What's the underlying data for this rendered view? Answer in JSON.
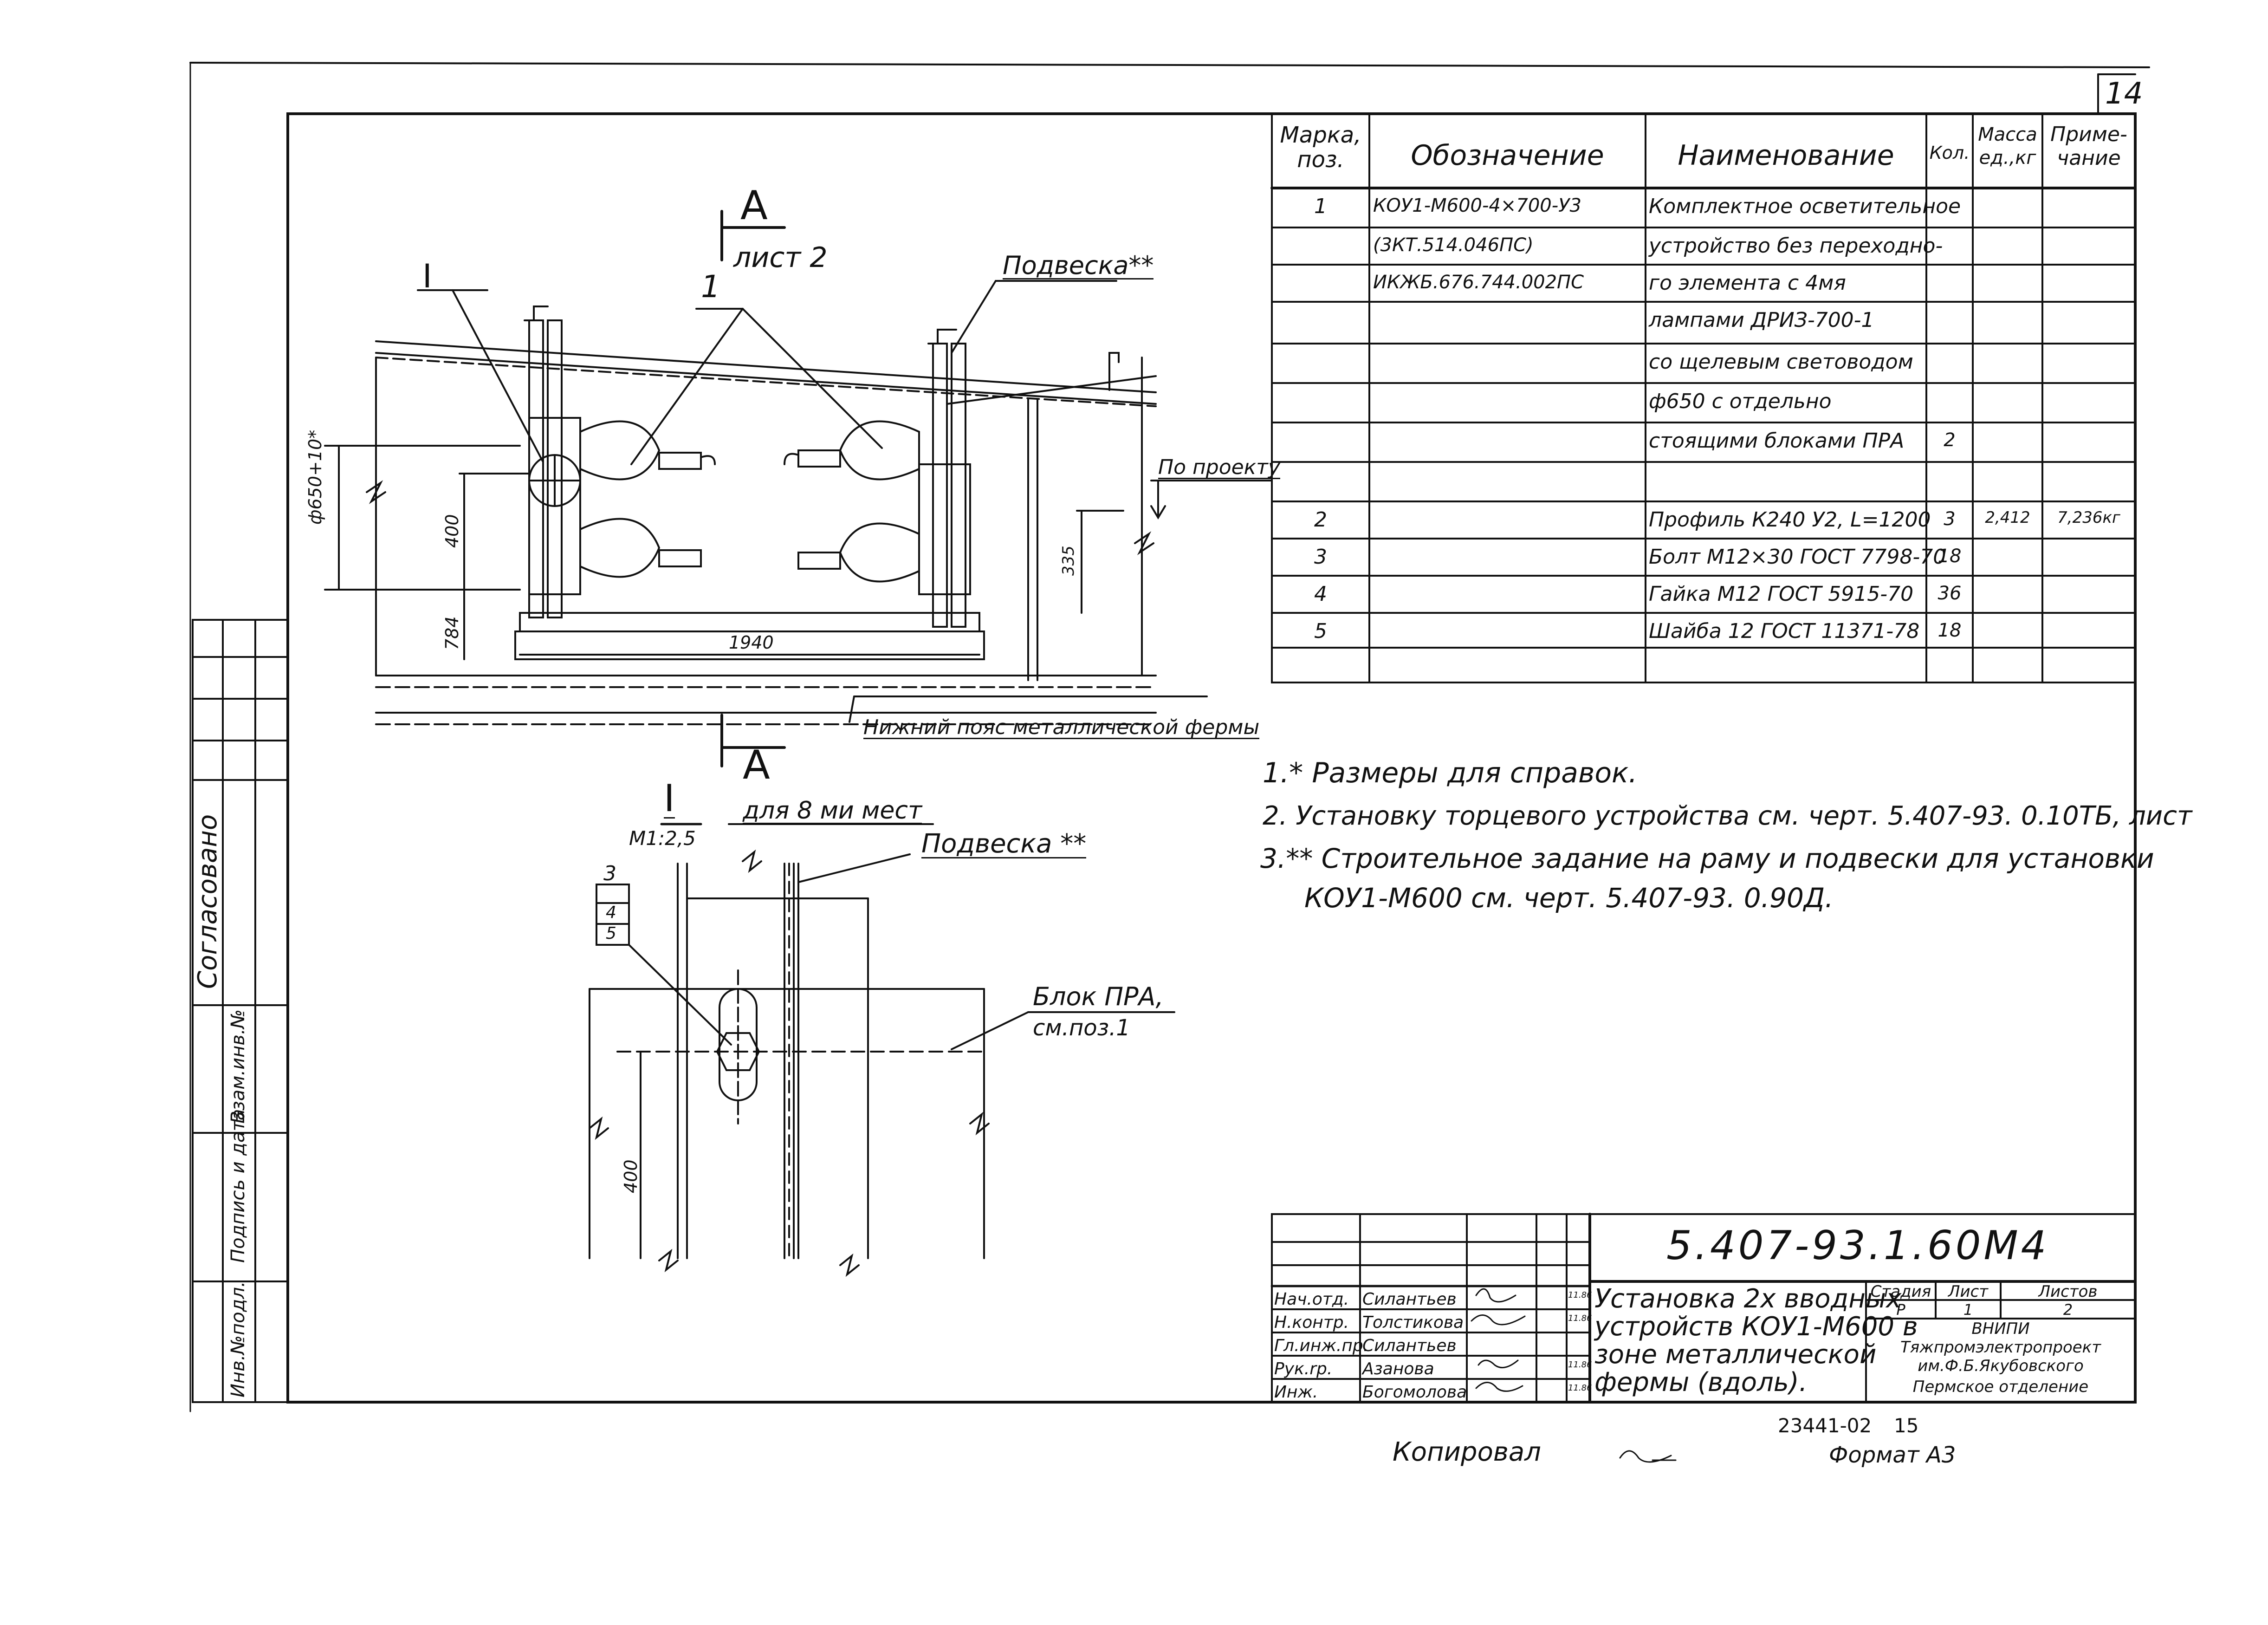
{
  "sheet_number": "14",
  "section_marker": {
    "letter_top": "A",
    "letter_bottom": "A",
    "sheet_ref": "лист 2"
  },
  "main_view": {
    "callout_detail": "I",
    "callout_pos": "1",
    "suspension_label": "Подвеска**",
    "by_project": "По проекту",
    "dim_diameter": "ф650+10*",
    "dim_400": "400",
    "dim_784": "784",
    "dim_335": "335",
    "dim_1940": "1940",
    "chord_label": "Нижний пояс металлической фермы"
  },
  "detail_view": {
    "roman": "I",
    "scale": "М1:2,5",
    "places": "для 8 ми мест",
    "suspension_label": "Подвеска **",
    "callouts": [
      "3",
      "4",
      "5"
    ],
    "block_label_1": "Блок ПРА,",
    "block_label_2": "см.поз.1",
    "dim_400": "400"
  },
  "spec_table": {
    "headers": {
      "mark": "Марка, поз.",
      "designation": "Обозначение",
      "name": "Наименование",
      "qty": "Кол.",
      "mass": "Масса ед.,кг",
      "note": "Приме- чание"
    },
    "rows": [
      {
        "mark": "1",
        "designation": "КОУ1-М600-4×700-У3",
        "name": "Комплектное осветительное",
        "qty": "",
        "mass": "",
        "note": ""
      },
      {
        "mark": "",
        "designation": "(3КТ.514.046ПС)",
        "name": "устройство без переходно-",
        "qty": "",
        "mass": "",
        "note": ""
      },
      {
        "mark": "",
        "designation": "ИКЖБ.676.744.002ПС",
        "name": "го элемента с 4мя",
        "qty": "",
        "mass": "",
        "note": ""
      },
      {
        "mark": "",
        "designation": "",
        "name": "лампами ДРИЗ-700-1",
        "qty": "",
        "mass": "",
        "note": ""
      },
      {
        "mark": "",
        "designation": "",
        "name": "со щелевым световодом",
        "qty": "",
        "mass": "",
        "note": ""
      },
      {
        "mark": "",
        "designation": "",
        "name": "ф650 с отдельно",
        "qty": "",
        "mass": "",
        "note": ""
      },
      {
        "mark": "",
        "designation": "",
        "name": "стоящими блоками ПРА",
        "qty": "2",
        "mass": "",
        "note": ""
      },
      {
        "mark": "",
        "designation": "",
        "name": "",
        "qty": "",
        "mass": "",
        "note": ""
      },
      {
        "mark": "2",
        "designation": "",
        "name": "Профиль К240 У2, L=1200",
        "qty": "3",
        "mass": "2,412",
        "note": "7,236кг"
      },
      {
        "mark": "3",
        "designation": "",
        "name": "Болт М12×30 ГОСТ 7798-70",
        "qty": "18",
        "mass": "",
        "note": ""
      },
      {
        "mark": "4",
        "designation": "",
        "name": "Гайка М12 ГОСТ 5915-70",
        "qty": "36",
        "mass": "",
        "note": ""
      },
      {
        "mark": "5",
        "designation": "",
        "name": "Шайба 12 ГОСТ 11371-78",
        "qty": "18",
        "mass": "",
        "note": ""
      },
      {
        "mark": "",
        "designation": "",
        "name": "",
        "qty": "",
        "mass": "",
        "note": ""
      }
    ]
  },
  "notes": [
    "1.* Размеры для справок.",
    "2. Установку торцевого устройства см. черт. 5.407-93. 0.10ТБ, лист",
    "3.** Строительное задание на раму и подвески для установки",
    "КОУ1-М600 см. черт. 5.407-93. 0.90Д."
  ],
  "left_margin": {
    "agreed": "Согласовано",
    "inv_orig": "Инв.№подл.",
    "sign_date": "Подпись и дата",
    "replace_inv": "Взам.инв.№"
  },
  "title_block": {
    "code": "5.407-93.1.60М4",
    "title_lines": [
      "Установка 2х вводных",
      "устройств КОУ1-М600 в",
      "зоне металлической",
      "фермы (вдоль)."
    ],
    "stage_label": "Стадия",
    "sheet_label": "Лист",
    "sheets_label": "Листов",
    "stage": "Р",
    "sheet": "1",
    "sheets": "2",
    "org": [
      "ВНИПИ",
      "Тяжпромэлектропроект",
      "им.Ф.Б.Якубовского",
      "Пермское отделение"
    ],
    "staff": [
      {
        "role": "Нач.отд.",
        "name": "Силантьев",
        "date": "11.86"
      },
      {
        "role": "Н.контр.",
        "name": "Толстикова",
        "date": "11.86"
      },
      {
        "role": "Гл.инж.пр.",
        "name": "Силантьев",
        "date": ""
      },
      {
        "role": "Рук.rp.",
        "name": "Азанова",
        "date": "11.86"
      },
      {
        "role": "Инж.",
        "name": "Богомолова",
        "date": "11.86"
      }
    ]
  },
  "footer": {
    "doc_number": "23441-02",
    "page": "15",
    "copied": "Копировал",
    "format": "Формат А3"
  }
}
